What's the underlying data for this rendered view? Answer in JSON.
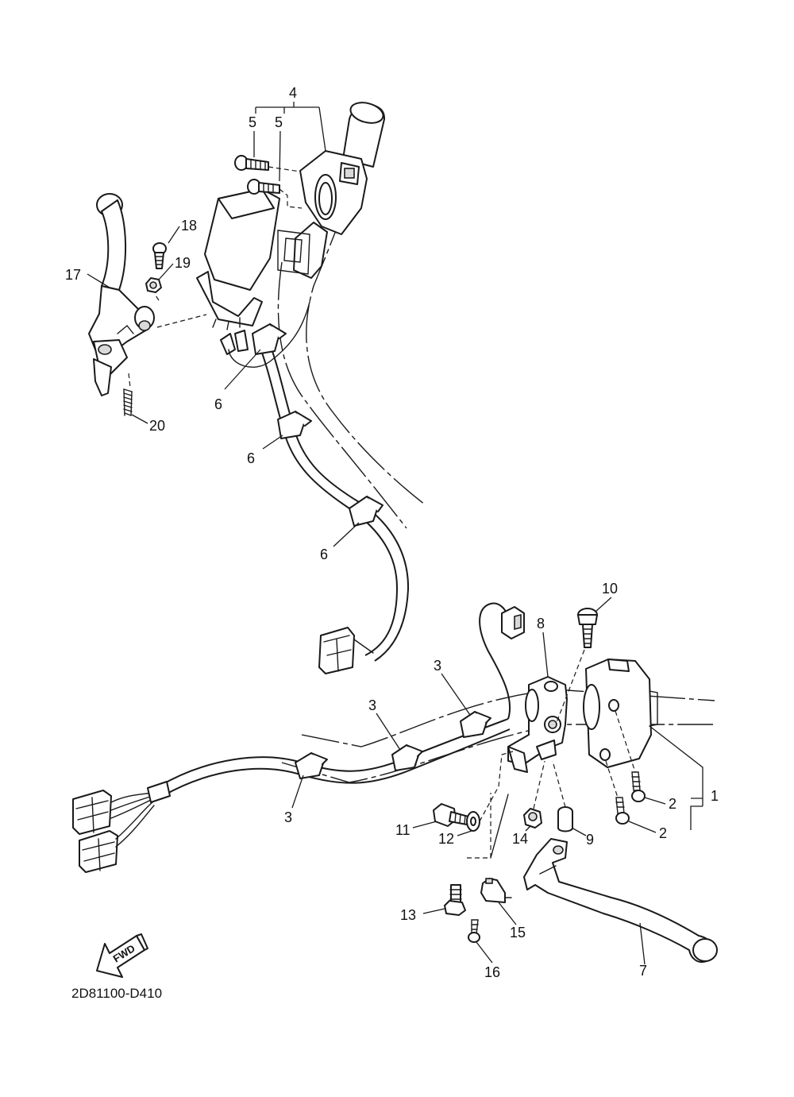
{
  "diagram_code": "2D81100-D410",
  "fwd_arrow": {
    "label": "FWD"
  },
  "callouts": [
    {
      "id": "c4",
      "text": "4"
    },
    {
      "id": "c5a",
      "text": "5"
    },
    {
      "id": "c5b",
      "text": "5"
    },
    {
      "id": "c18",
      "text": "18"
    },
    {
      "id": "c19",
      "text": "19"
    },
    {
      "id": "c17",
      "text": "17"
    },
    {
      "id": "c20",
      "text": "20"
    },
    {
      "id": "c6a",
      "text": "6"
    },
    {
      "id": "c6b",
      "text": "6"
    },
    {
      "id": "c6c",
      "text": "6"
    },
    {
      "id": "c10",
      "text": "10"
    },
    {
      "id": "c8",
      "text": "8"
    },
    {
      "id": "c3a",
      "text": "3"
    },
    {
      "id": "c3b",
      "text": "3"
    },
    {
      "id": "c3c",
      "text": "3"
    },
    {
      "id": "c1",
      "text": "1"
    },
    {
      "id": "c2a",
      "text": "2"
    },
    {
      "id": "c2b",
      "text": "2"
    },
    {
      "id": "c11",
      "text": "11"
    },
    {
      "id": "c12",
      "text": "12"
    },
    {
      "id": "c14",
      "text": "14"
    },
    {
      "id": "c9",
      "text": "9"
    },
    {
      "id": "c13",
      "text": "13"
    },
    {
      "id": "c15",
      "text": "15"
    },
    {
      "id": "c16",
      "text": "16"
    },
    {
      "id": "c7",
      "text": "7"
    }
  ]
}
